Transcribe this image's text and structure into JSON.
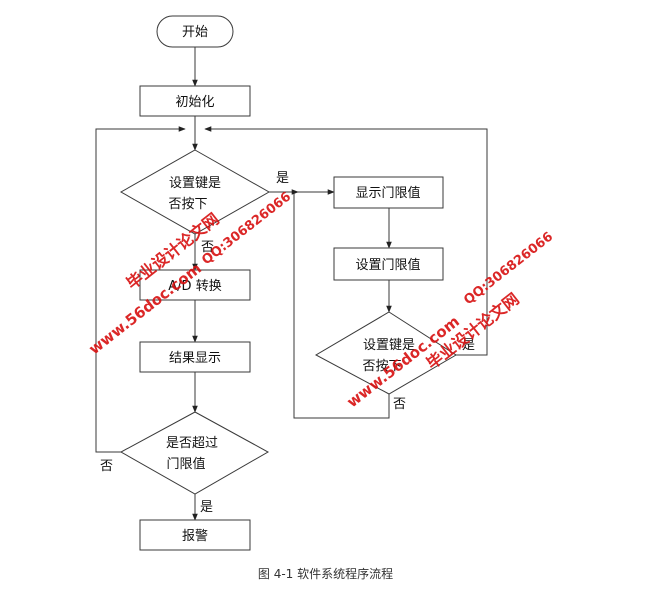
{
  "nodes": {
    "start": "开始",
    "init": "初始化",
    "set_key_q1": [
      "设置键是",
      "否按下"
    ],
    "show_limit": "显示门限值",
    "set_limit": "设置门限值",
    "set_key_q2": [
      "设置键是",
      "否按下"
    ],
    "ad_convert": "A/D 转换",
    "show_result": "结果显示",
    "over_limit_q": [
      "是否超过",
      "门限值"
    ],
    "alarm": "报警"
  },
  "edge_labels": {
    "q1_yes": "是",
    "q1_no": "否",
    "q2_yes": "是",
    "q2_no": "否",
    "q3_yes": "是",
    "q3_no": "否"
  },
  "watermarks": {
    "site": "www.56doc.com",
    "brand": "毕业设计论文网",
    "qq": "QQ:306826066"
  },
  "caption": "图 4-1  软件系统程序流程",
  "colors": {
    "line": "#3a3a3a",
    "watermark": "#d81010"
  }
}
